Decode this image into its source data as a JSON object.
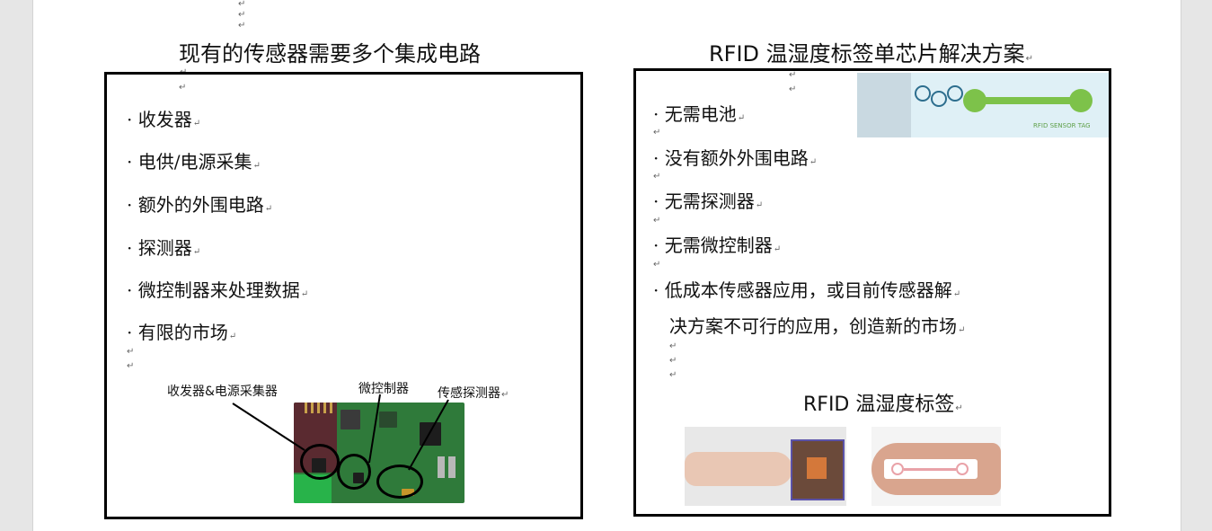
{
  "left": {
    "title": "现有的传感器需要多个集成电路",
    "items": [
      "· 收发器",
      "· 电供/电源采集",
      "· 额外的外围电路",
      "· 探测器",
      "· 微控制器来处理数据",
      "· 有限的市场"
    ],
    "annotations": {
      "transceiver": "收发器&电源采集器",
      "mcu": "微控制器",
      "sensor": "传感探测器"
    }
  },
  "right": {
    "title": "RFID 温湿度标签单芯片解决方案",
    "items": [
      "· 无需电池",
      "· 没有额外外围电路",
      "· 无需探测器",
      "· 无需微控制器"
    ],
    "item5_line1": "· 低成本传感器应用，或目前传感器解",
    "item5_line2": "决方案不可行的应用，创造新的市场",
    "banner_text": "RFID SENSOR TAG",
    "subtitle": "RFID 温湿度标签"
  },
  "paragraph_mark": "↵",
  "colors": {
    "board_green": "#2f7a3a",
    "banner_bg": "#dff0f6",
    "tag_green": "#7dc24a",
    "page_bg": "#ffffff",
    "canvas_bg": "#e6e6e6"
  }
}
